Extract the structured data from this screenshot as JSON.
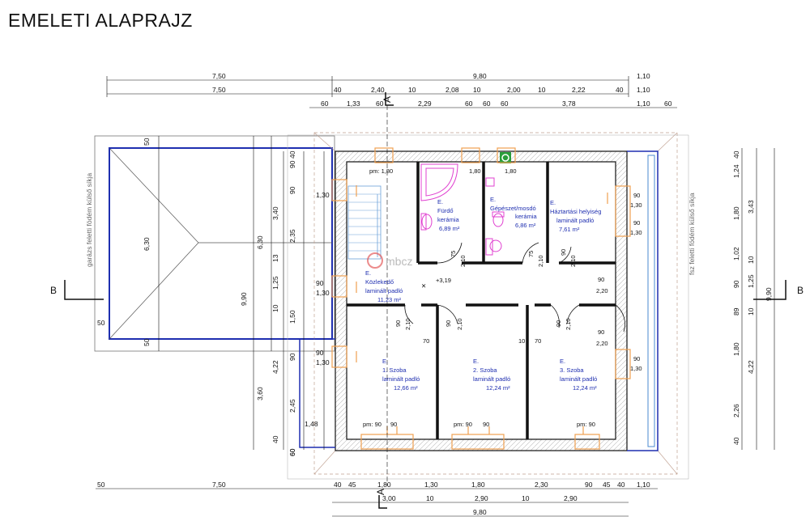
{
  "title": "EMELETI ALAPRAJZ",
  "colors": {
    "wall": "#111111",
    "blue": "#1f2fb0",
    "orange": "#f0a050",
    "magenta": "#e040d0",
    "green": "#2a9d3a",
    "grey": "#999999"
  },
  "top_dims": {
    "row1": [
      "7,50",
      "9,80",
      "1,10"
    ],
    "row2": [
      "7,50",
      "40",
      "2,40",
      "10",
      "2,08",
      "10",
      "2,00",
      "10",
      "2,22",
      "40",
      "1,10"
    ],
    "row3": [
      "60",
      "1,33",
      "60",
      "2,29",
      "60",
      "60",
      "60",
      "3,78",
      "1,10",
      "60"
    ]
  },
  "bottom_dims": {
    "row1": [
      "50",
      "7,50",
      "40",
      "45",
      "1,80",
      "1,30",
      "1,80",
      "2,30",
      "90",
      "45",
      "40",
      "1,10"
    ],
    "row2": [
      "3,00",
      "10",
      "2,90",
      "10",
      "2,90"
    ],
    "row3": [
      "9,80"
    ]
  },
  "left_dims": {
    "col1": [
      "50",
      "6,30",
      "50",
      "50"
    ],
    "col2": [
      "6,30",
      "9,90",
      "3,60"
    ],
    "col3": [
      "3,40",
      "2,35",
      "13",
      "1,25",
      "10",
      "1,50",
      "4,22",
      "2,45",
      "40"
    ],
    "col4": [
      "40",
      "90",
      "90",
      "1,30",
      "90",
      "1,30",
      "90",
      "1,30",
      "90",
      "60"
    ],
    "extra": [
      "1,48",
      "60"
    ]
  },
  "right_dims": {
    "col1": [
      "40",
      "1,24",
      "1,80",
      "1,02",
      "90",
      "89",
      "1,80",
      "2,26",
      "40"
    ],
    "col2": [
      "3,43",
      "10",
      "1,25",
      "10",
      "4,22"
    ],
    "col3": [
      "9,90"
    ]
  },
  "side_labels": {
    "garage": "garázs feletti födém külső síkja",
    "fsz": "fsz feletti födém külső síkja"
  },
  "section_marks": {
    "a": "A",
    "b": "B"
  },
  "level": "+3,19",
  "rooms": [
    {
      "prefix": "E.",
      "name": "Fürdő",
      "floor": "kerámia",
      "area": "6,89 m²"
    },
    {
      "prefix": "E.",
      "name": "Gépészet/mosdó",
      "floor": "kerámia",
      "area": "6,86 m²"
    },
    {
      "prefix": "E.",
      "name": "Háztartási helyiség",
      "floor": "laminált padló",
      "area": "7,61 m²"
    },
    {
      "prefix": "E.",
      "name": "Közlekedő",
      "floor": "laminált padló",
      "area": "11,23 m²"
    },
    {
      "prefix": "E.",
      "name": "1. Szoba",
      "floor": "laminált padló",
      "area": "12,66 m²"
    },
    {
      "prefix": "E.",
      "name": "2. Szoba",
      "floor": "laminált padló",
      "area": "12,24 m²"
    },
    {
      "prefix": "E.",
      "name": "3. Szoba",
      "floor": "laminált padló",
      "area": "12,24 m²"
    }
  ],
  "openings": {
    "pm": [
      "pm: 1,80",
      "1,80",
      "1,80",
      "pm: 90",
      "pm: 90",
      "pm: 90"
    ],
    "window_labels": [
      "90",
      "1,30"
    ],
    "door_labels": [
      "75",
      "2,10",
      "90",
      "2,20",
      "70",
      "10"
    ]
  },
  "watermark": "mbcz"
}
